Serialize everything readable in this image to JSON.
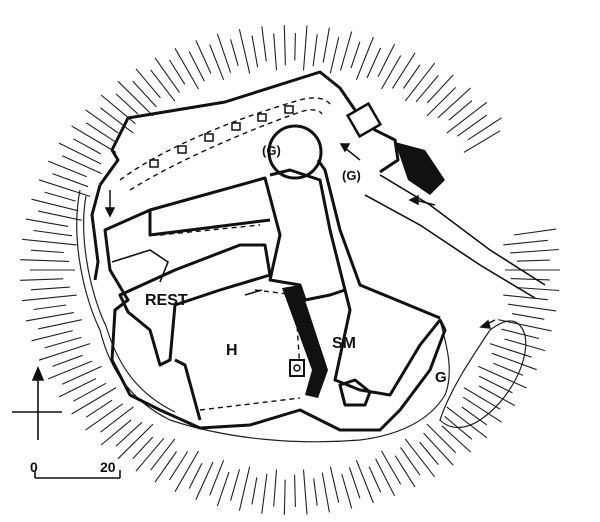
{
  "labels": {
    "rest": "REST",
    "h": "H",
    "sm": "SM",
    "g_outer": "G",
    "g_gate_upper": "(G)",
    "g_gate_right": "(G)"
  },
  "scale_bar": {
    "start": "0",
    "end": "20"
  },
  "colors": {
    "ink": "#111111",
    "background": "#ffffff"
  }
}
